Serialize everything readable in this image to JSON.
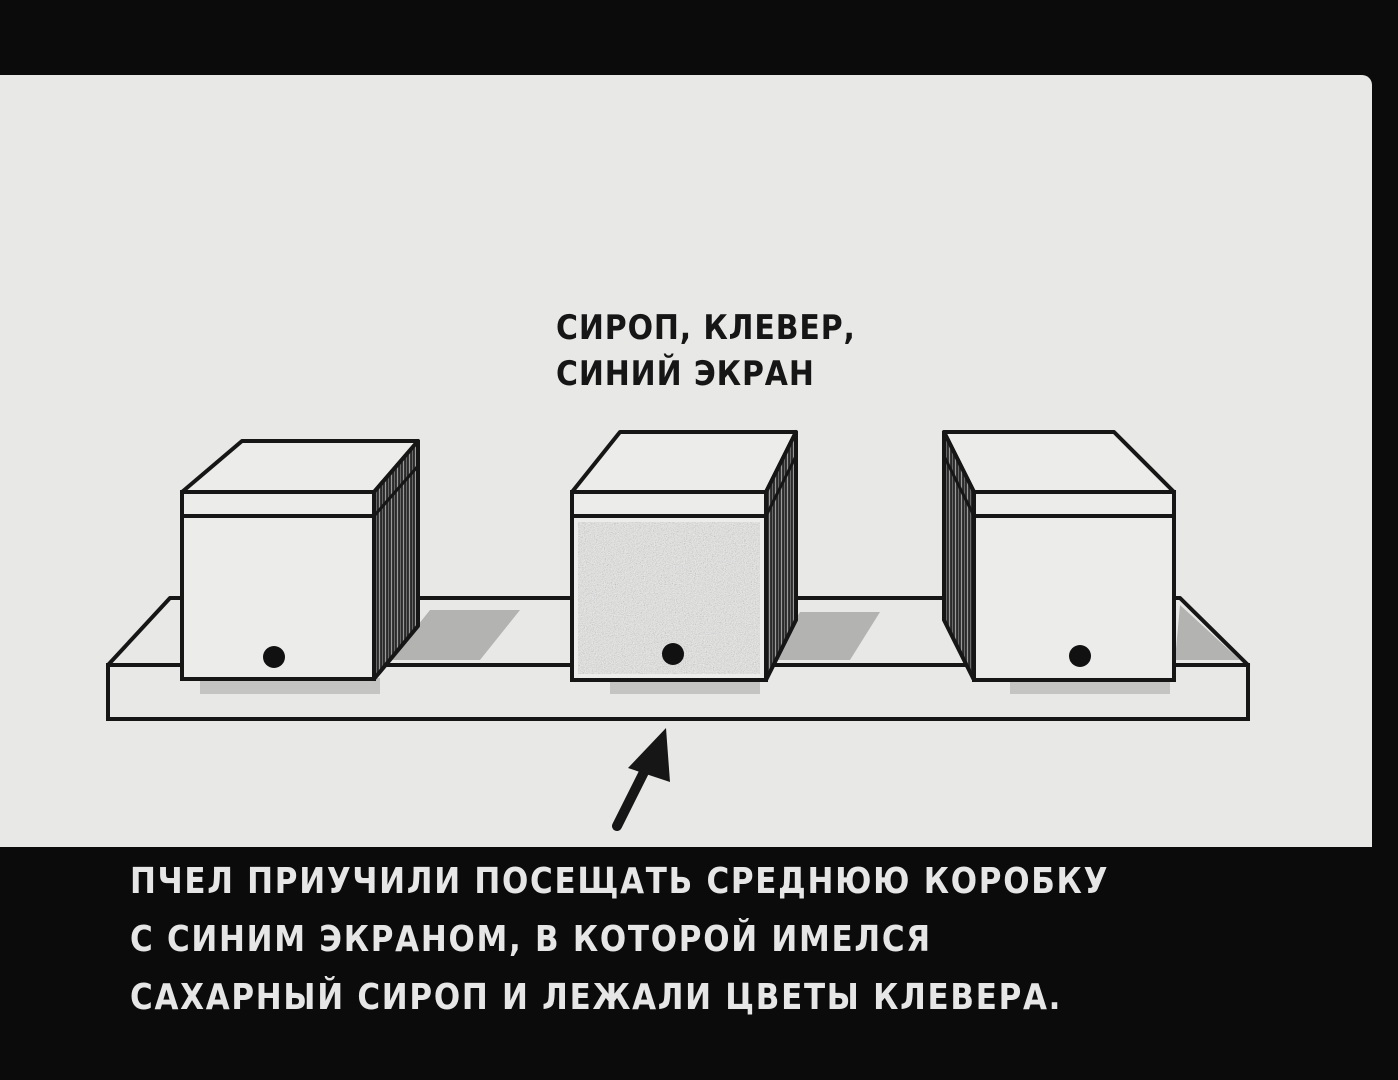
{
  "label": {
    "lines": [
      "СИРОП, КЛЕВЕР,",
      "СИНИЙ ЭКРАН"
    ]
  },
  "caption": {
    "lines": [
      "ПЧЕЛ ПРИУЧИЛИ ПОСЕЩАТЬ СРЕДНЮЮ КОРОБКУ",
      "С  СИНИМ ЭКРАНОМ, В КОТОРОЙ ИМЕЛСЯ",
      "САХАРНЫЙ СИРОП И ЛЕЖАЛИ ЦВЕТЫ КЛЕВЕРА."
    ]
  },
  "boxes": [
    {
      "position": "left",
      "screen": false
    },
    {
      "position": "middle",
      "screen": true
    },
    {
      "position": "right",
      "screen": false
    }
  ],
  "colors": {
    "background": "#e8e8e6",
    "ink": "#161616",
    "screen": "#8a8a8a",
    "caption_bg": "#0b0b0b",
    "caption_text": "#e6e6e6"
  }
}
